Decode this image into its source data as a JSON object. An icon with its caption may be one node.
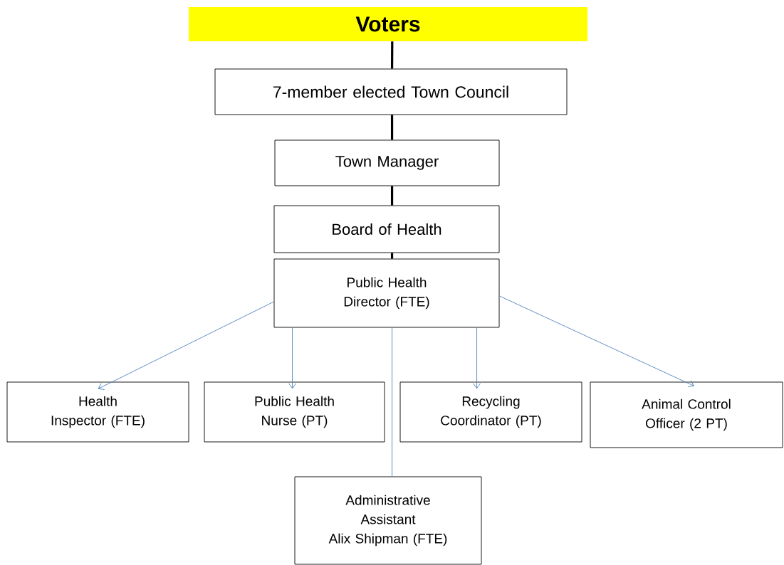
{
  "diagram": {
    "nodes": [
      {
        "text": [
          "Voters"
        ]
      },
      {
        "text": [
          "7-member elected Town Council"
        ]
      },
      {
        "text": [
          "Town Manager"
        ]
      },
      {
        "text": [
          "Board of Health"
        ]
      },
      {
        "text": [
          "Public Health Director (FTE)"
        ]
      },
      {
        "text": [
          "Health Inspector (FTE)"
        ]
      },
      {
        "text": [
          "Public Health Nurse (PT)"
        ]
      },
      {
        "text": [
          "Recycling Coordinator (PT)"
        ]
      },
      {
        "text": [
          "Animal Control Officer (2 PT)"
        ]
      },
      {
        "text": [
          "Administrative Assistant",
          "Alix Shipman (FTE)"
        ]
      }
    ],
    "edges": [
      {
        "from": 0,
        "to": 1,
        "arrow": "none",
        "style": "thick",
        "color": "#000000"
      },
      {
        "from": 1,
        "to": 2,
        "arrow": "none",
        "style": "thick",
        "color": "#000000"
      },
      {
        "from": 2,
        "to": 3,
        "arrow": "none",
        "style": "thick",
        "color": "#000000"
      },
      {
        "from": 3,
        "to": 4,
        "arrow": "none",
        "style": "thick",
        "color": "#000000"
      },
      {
        "from": 4,
        "to": 5,
        "arrow": "to"
      },
      {
        "from": 4,
        "to": 6,
        "arrow": "to"
      },
      {
        "from": 4,
        "to": 7,
        "arrow": "to"
      },
      {
        "from": 4,
        "to": 8,
        "arrow": "to"
      },
      {
        "from": 4,
        "to": 9,
        "arrow": "none"
      }
    ]
  }
}
